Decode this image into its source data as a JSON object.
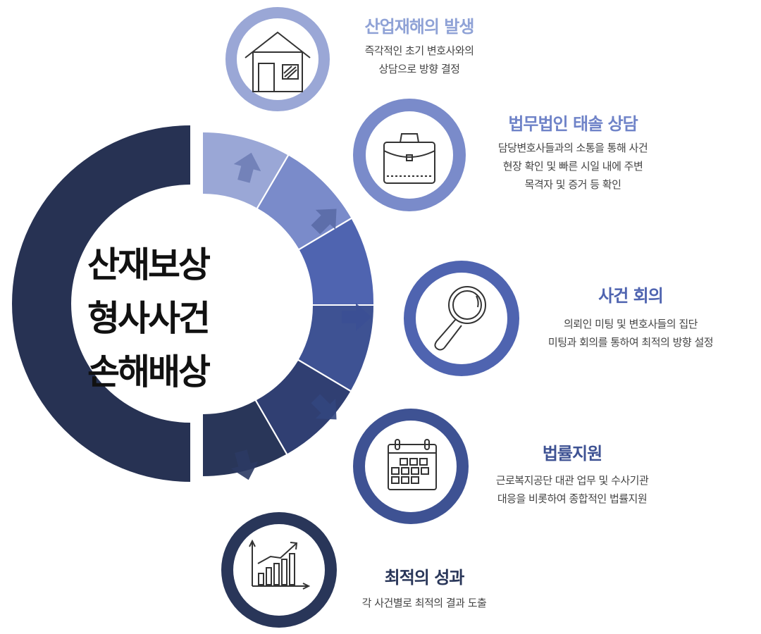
{
  "center": {
    "lines": [
      "산재보상",
      "형사사건",
      "손해배상"
    ]
  },
  "colors": {
    "ring_dark": "#273253",
    "step1": "#9aa7d6",
    "step2": "#7a8bca",
    "step3": "#4f64b0",
    "step4": "#3e5293",
    "step5": "#303f72",
    "step6": "#293659"
  },
  "steps": [
    {
      "icon": "house-icon",
      "title": "산업재해의 발생",
      "desc": [
        "즉각적인 초기 변호사와의",
        "상담으로 방향 결정"
      ]
    },
    {
      "icon": "briefcase-icon",
      "title": "법무법인 태솔 상담",
      "desc": [
        "담당변호사들과의 소통을 통해 사건",
        "현장 확인 및 빠른 시일 내에 주변",
        "목격자 및 증거 등 확인"
      ]
    },
    {
      "icon": "magnifier-icon",
      "title": "사건 회의",
      "desc": [
        "의뢰인 미팅 및 변호사들의 집단",
        "미팅과 회의를 통하여 최적의 방향 설정"
      ]
    },
    {
      "icon": "calendar-icon",
      "title": "법률지원",
      "desc": [
        "근로복지공단 대관 업무 및 수사기관",
        "대응을 비롯하여 종합적인 법률지원"
      ]
    },
    {
      "icon": "growth-chart-icon",
      "title": "최적의 성과",
      "desc": [
        "각 사건별로 최적의 결과 도출"
      ]
    }
  ]
}
